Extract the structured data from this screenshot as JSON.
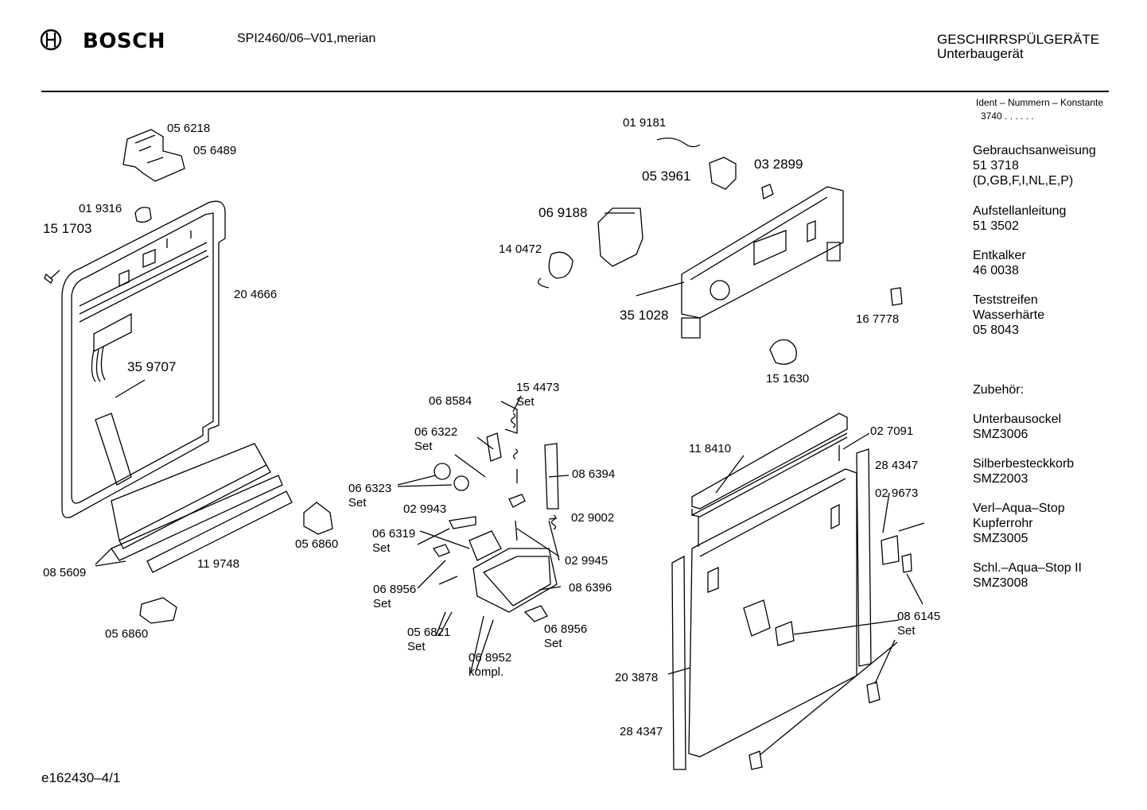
{
  "header": {
    "brand": "BOSCH",
    "model": "SPI2460/06–V01,merian",
    "category_line1": "GESCHIRRSPÜLGERÄTE",
    "category_line2": "Unterbaugerät",
    "ident_line1": "Ident – Nummern – Konstante",
    "ident_line2": "3740 . .   . . . ."
  },
  "sidebar": {
    "groups": [
      {
        "lines": [
          "Gebrauchsanweisung",
          "51 3718",
          "(D,GB,F,I,NL,E,P)"
        ]
      },
      {
        "lines": [
          "Aufstellanleitung",
          "51 3502"
        ]
      },
      {
        "lines": [
          "Entkalker",
          "46 0038"
        ]
      },
      {
        "lines": [
          "Teststreifen",
          "Wasserhärte",
          "05 8043"
        ]
      },
      {
        "lines": [
          "Zubehör:"
        ]
      },
      {
        "lines": [
          "Unterbausockel",
          "SMZ3006"
        ]
      },
      {
        "lines": [
          "Silberbesteckkorb",
          "SMZ2003"
        ]
      },
      {
        "lines": [
          "Verl–Aqua–Stop",
          "Kupferrohr",
          "SMZ3005"
        ]
      },
      {
        "lines": [
          "Schl.–Aqua–Stop II",
          "SMZ3008"
        ]
      }
    ]
  },
  "parts": [
    {
      "id": "p01",
      "line1": "05 6218",
      "line2": ""
    },
    {
      "id": "p02",
      "line1": "05 6489",
      "line2": ""
    },
    {
      "id": "p03",
      "line1": "01 9316",
      "line2": ""
    },
    {
      "id": "p04",
      "line1": "15 1703",
      "line2": ""
    },
    {
      "id": "p05",
      "line1": "20 4666",
      "line2": ""
    },
    {
      "id": "p06",
      "line1": "35 9707",
      "line2": ""
    },
    {
      "id": "p07",
      "line1": "05 6860",
      "line2": ""
    },
    {
      "id": "p08",
      "line1": "11 9748",
      "line2": ""
    },
    {
      "id": "p09",
      "line1": "08 5609",
      "line2": ""
    },
    {
      "id": "p10",
      "line1": "05 6860",
      "line2": ""
    },
    {
      "id": "p11",
      "line1": "01 9181",
      "line2": ""
    },
    {
      "id": "p12",
      "line1": "05 3961",
      "line2": ""
    },
    {
      "id": "p13",
      "line1": "03 2899",
      "line2": ""
    },
    {
      "id": "p14",
      "line1": "06 9188",
      "line2": ""
    },
    {
      "id": "p15",
      "line1": "14 0472",
      "line2": ""
    },
    {
      "id": "p16",
      "line1": "35 1028",
      "line2": ""
    },
    {
      "id": "p17",
      "line1": "16 7778",
      "line2": ""
    },
    {
      "id": "p18",
      "line1": "15 1630",
      "line2": ""
    },
    {
      "id": "p19",
      "line1": "06 8584",
      "line2": ""
    },
    {
      "id": "p20",
      "line1": "15 4473",
      "line2": "Set"
    },
    {
      "id": "p21",
      "line1": "06 6322",
      "line2": "Set"
    },
    {
      "id": "p22",
      "line1": "06 6323",
      "line2": "Set"
    },
    {
      "id": "p23",
      "line1": "08 6394",
      "line2": ""
    },
    {
      "id": "p24",
      "line1": "02 9943",
      "line2": ""
    },
    {
      "id": "p25",
      "line1": "02 9002",
      "line2": ""
    },
    {
      "id": "p26",
      "line1": "06 6319",
      "line2": "Set"
    },
    {
      "id": "p27",
      "line1": "02 9945",
      "line2": ""
    },
    {
      "id": "p28",
      "line1": "08 6396",
      "line2": ""
    },
    {
      "id": "p29",
      "line1": "06 8956",
      "line2": "Set"
    },
    {
      "id": "p30",
      "line1": "06 8956",
      "line2": "Set"
    },
    {
      "id": "p31",
      "line1": "05 6821",
      "line2": "Set"
    },
    {
      "id": "p32",
      "line1": "06 8952",
      "line2": "kompl."
    },
    {
      "id": "p33",
      "line1": "11 8410",
      "line2": ""
    },
    {
      "id": "p34",
      "line1": "02 7091",
      "line2": ""
    },
    {
      "id": "p35",
      "line1": "28 4347",
      "line2": ""
    },
    {
      "id": "p36",
      "line1": "02 9673",
      "line2": ""
    },
    {
      "id": "p37",
      "line1": "08 6145",
      "line2": "Set"
    },
    {
      "id": "p38",
      "line1": "20 3878",
      "line2": ""
    },
    {
      "id": "p39",
      "line1": "28 4347",
      "line2": ""
    }
  ],
  "footer": {
    "drawing_id": "e162430–4/1"
  }
}
